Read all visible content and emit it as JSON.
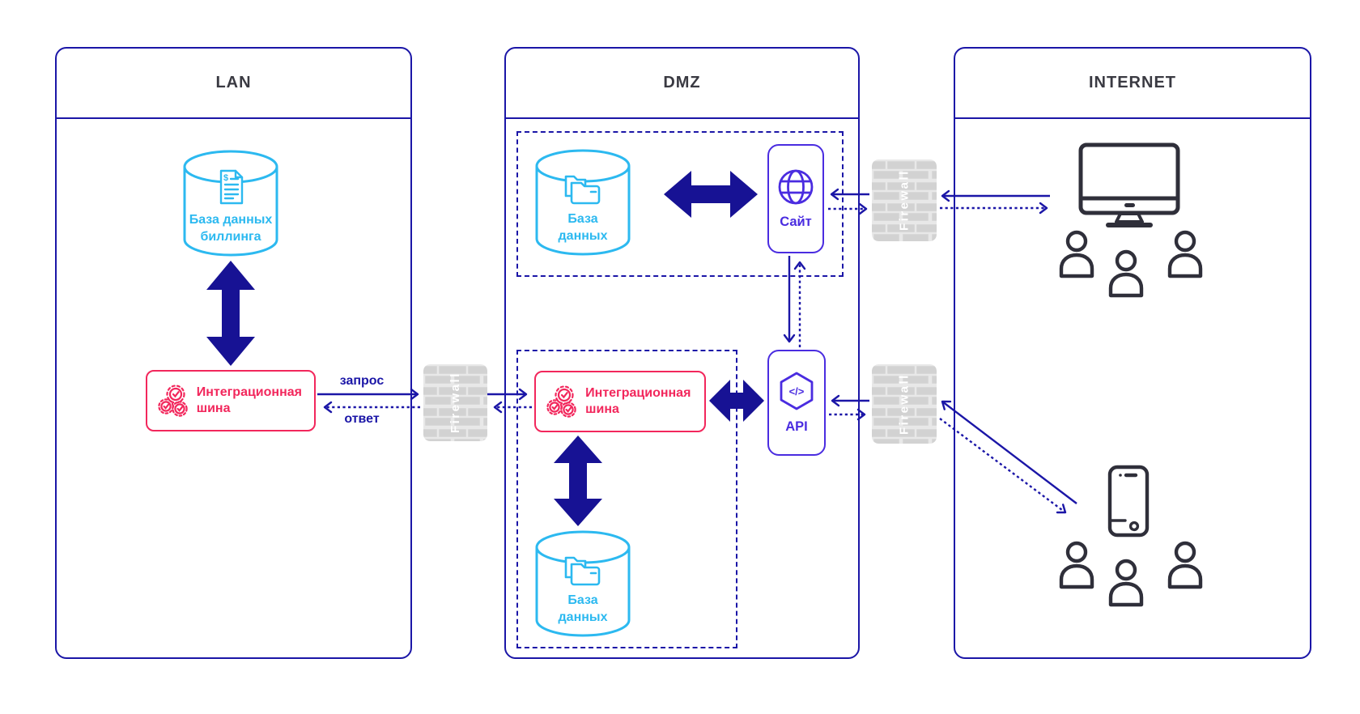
{
  "zones": {
    "lan": {
      "title": "LAN"
    },
    "dmz": {
      "title": "DMZ"
    },
    "internet": {
      "title": "INTERNET"
    }
  },
  "nodes": {
    "billing_db": {
      "line1": "База данных",
      "line2": "биллинга"
    },
    "lan_bus": {
      "label": "Интеграционная шина"
    },
    "dmz_db_top": {
      "line1": "База",
      "line2": "данных"
    },
    "site": {
      "label": "Сайт"
    },
    "dmz_bus": {
      "label": "Интеграционная шина"
    },
    "api": {
      "label": "API"
    },
    "dmz_db_bottom": {
      "line1": "База",
      "line2": "данных"
    }
  },
  "firewalls": {
    "fw_lan_dmz": {
      "label": "Firewall"
    },
    "fw_site_internet": {
      "label": "Firewall"
    },
    "fw_api_internet": {
      "label": "Firewall"
    }
  },
  "edge_labels": {
    "request": "запрос",
    "response": "ответ"
  },
  "icon_glyphs": {
    "dollar": "$",
    "code": "</>"
  },
  "colors": {
    "navy": "#1b16a7",
    "thick_arrow_navy": "#171294",
    "cyan": "#2cb9f0",
    "red": "#f2275c",
    "violet": "#4a2ce0",
    "firewall_gray": "#d2d2d2",
    "firewall_mortar": "#e8e8e8",
    "device_dark": "#2f2f3a",
    "zone_title_gray": "#3a3a42"
  }
}
